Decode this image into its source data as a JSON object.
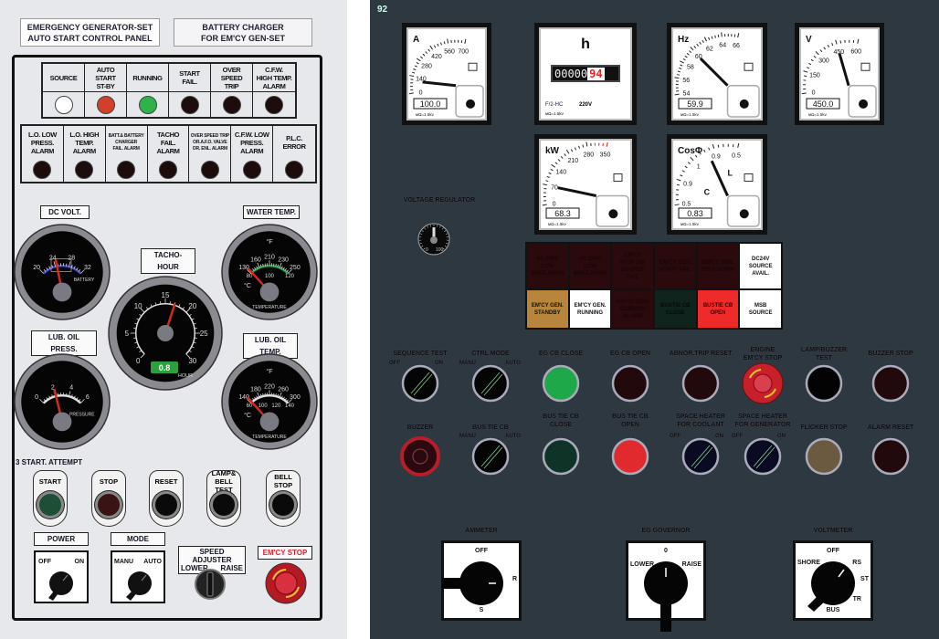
{
  "left": {
    "title_main": "EMERGENCY GENERATOR-SET\nAUTO START CONTROL PANEL",
    "title_charger": "BATTERY CHARGER\nFOR EM'CY GEN-SET",
    "status_lamps": [
      {
        "label": "SOURCE",
        "color": "#ffffff"
      },
      {
        "label": "AUTO\nSTART\nST-BY",
        "color": "#d0402a"
      },
      {
        "label": "RUNNING",
        "color": "#2fb24a"
      },
      {
        "label": "START\nFAIL.",
        "color": "#1c0c0c"
      },
      {
        "label": "OVER\nSPEED\nTRIP",
        "color": "#1c0c0c"
      },
      {
        "label": "C.F.W.\nHIGH TEMP.\nALARM",
        "color": "#1c0c0c"
      }
    ],
    "alarm_lamps": [
      {
        "label": "L.O. LOW\nPRESS.\nALARM"
      },
      {
        "label": "L.O. HIGH\nTEMP.\nALARM"
      },
      {
        "label": "BATT.& BATTERY\nCHARGER\nFAIL. ALARM"
      },
      {
        "label": "TACHO\nFAIL.\nALARM"
      },
      {
        "label": "OVER SPEED TRIP\nOR.A.F.O. VALVE\nOR. ENL. ALARM"
      },
      {
        "label": "C.F.W. LOW\nPRESS.\nALARM"
      },
      {
        "label": "P.L.C.\nERROR"
      }
    ],
    "gauges": {
      "dc_volt": {
        "label": "DC VOLT.",
        "ticks": [
          "20",
          "24",
          "28",
          "32"
        ],
        "min": 20,
        "max": 32,
        "value": 24.5,
        "caption": "BATTERY"
      },
      "water_temp": {
        "label": "WATER TEMP.",
        "unit_f": "°F",
        "ticks": [
          "130",
          "160",
          "210",
          "230",
          "250"
        ],
        "inner_ticks": [
          "80",
          "100",
          "120"
        ],
        "unit_c": "°C",
        "min": 130,
        "max": 250,
        "value": 134,
        "caption": "TEMPERATURE"
      },
      "tacho": {
        "label": "TACHO-HOUR",
        "ticks": [
          "0",
          "5",
          "10",
          "15",
          "20",
          "25",
          "30"
        ],
        "min": 0,
        "max": 30,
        "value": 17,
        "display": "0.8",
        "display_unit": "HOUR"
      },
      "lub_oil_press": {
        "label": "LUB. OIL PRESS.",
        "ticks": [
          "0",
          "2",
          "4",
          "6"
        ],
        "min": 0,
        "max": 6,
        "value": 2.1,
        "caption": "PRESSURE"
      },
      "lub_oil_temp": {
        "label": "LUB. OIL TEMP.",
        "unit_f": "°F",
        "ticks": [
          "140",
          "180",
          "220",
          "260",
          "300"
        ],
        "inner_ticks": [
          "60",
          "100",
          "120",
          "140"
        ],
        "unit_c": "°C",
        "min": 140,
        "max": 300,
        "value": 145,
        "caption": "TEMPERATURE"
      }
    },
    "attempt_label": "3 START. ATTEMPT",
    "buttons": [
      {
        "label": "START",
        "color": "#1d4f36"
      },
      {
        "label": "STOP",
        "color": "#3a1414"
      },
      {
        "label": "RESET",
        "color": "#0a0a0a"
      },
      {
        "label": "LAMP&\nBELL TEST",
        "color": "#0a0a0a"
      },
      {
        "label": "BELL\nSTOP",
        "color": "#0a0a0a"
      }
    ],
    "power": {
      "label": "POWER",
      "off": "OFF",
      "on": "ON"
    },
    "mode": {
      "label": "MODE",
      "manu": "MANU",
      "auto": "AUTO"
    },
    "speed": {
      "label": "SPEED ADJUSTER",
      "lower": "LOWER",
      "raise": "RAISE"
    },
    "emcy_stop_label": "EM'CY STOP"
  },
  "right": {
    "panel_number": "92",
    "meters": [
      {
        "unit": "A",
        "ticks": [
          "0",
          "140",
          "280",
          "420",
          "560",
          "700"
        ],
        "min": 0,
        "max": 700,
        "value": 100,
        "display": "100.0",
        "foot": "мΩ=1.5kv"
      },
      {
        "unit": "Hz",
        "ticks": [
          "54",
          "56",
          "58",
          "60",
          "62",
          "64",
          "66"
        ],
        "min": 54,
        "max": 66,
        "value": 59.9,
        "display": "59.9",
        "foot": "мΩ=1.5kv"
      },
      {
        "unit": "V",
        "ticks": [
          "0",
          "150",
          "300",
          "450",
          "600"
        ],
        "min": 0,
        "max": 600,
        "value": 450,
        "display": "450.0",
        "foot": "мΩ=1.5kv"
      },
      {
        "unit": "kW",
        "ticks": [
          "0",
          "70",
          "140",
          "210",
          "280",
          "350"
        ],
        "min": 0,
        "max": 350,
        "value": 68.3,
        "display": "68.3",
        "foot": "мΩ=1.5kv"
      },
      {
        "unit": "CosΦ",
        "ticks": [
          "0.5",
          "0.9",
          "1",
          "0.9",
          "0.5"
        ],
        "min": 0,
        "max": 4,
        "value": 2.7,
        "display": "0.83",
        "foot": "мΩ=1.5kv",
        "cap_c": "C",
        "cap_l": "L"
      }
    ],
    "hour_meter": {
      "unit": "h",
      "digits_white": "00000",
      "digits_red": "94",
      "model": "F/2-HC",
      "voltage": "220V",
      "foot": "мΩ=1.5kv"
    },
    "voltage_regulator": {
      "label": "VOLTAGE REGULATOR",
      "min": "0",
      "max": "100"
    },
    "annunciator": [
      {
        "label": "AC 440V\nLOW\nINSULATION",
        "bg": "#2a0a0c",
        "fg": "#1a0506"
      },
      {
        "label": "AC 220V\nLOW\nINSULATION",
        "bg": "#2a0a0c",
        "fg": "#1a0506"
      },
      {
        "label": "EM'CY\nSTOP SW.\nSOURCE\nFAIL",
        "bg": "#2a0a0c",
        "fg": "#1a0506"
      },
      {
        "label": "EM'CY GEN.\nSTART FAIL",
        "bg": "#2a0a0c",
        "fg": "#1a0506"
      },
      {
        "label": "EM'CY GEN.\nSHUTDOWN",
        "bg": "#2a0a0c",
        "fg": "#1a0506"
      },
      {
        "label": "DC24V\nSOURCE\nAVAIL.",
        "bg": "#ffffff",
        "fg": "#111111"
      },
      {
        "label": "EM'CY GEN.\nSTANDBY",
        "bg": "#b7853c",
        "fg": "#111111"
      },
      {
        "label": "EM'CY GEN.\nRUNNING",
        "bg": "#ffffff",
        "fg": "#111111"
      },
      {
        "label": "EM'CY GEN.\nCOMMON\nALARM",
        "bg": "#2a0a0c",
        "fg": "#1a0506"
      },
      {
        "label": "BUSTIE CB\nCLOSE",
        "bg": "#10241e",
        "fg": "#050a08"
      },
      {
        "label": "BUSTIE CB\nOPEN",
        "bg": "#ee2a2a",
        "fg": "#3a0505"
      },
      {
        "label": "MSB\nSOURCE",
        "bg": "#ffffff",
        "fg": "#111111"
      }
    ],
    "buttons_row1": [
      {
        "label": "SEQUENCE TEST",
        "kind": "selector",
        "left": "OFF",
        "right": "ON",
        "color": "#050505"
      },
      {
        "label": "CTRL MODE",
        "kind": "selector",
        "left": "MANU",
        "right": "AUTO",
        "color": "#050505"
      },
      {
        "label": "EG CB CLOSE",
        "kind": "push",
        "color": "#1fa84a"
      },
      {
        "label": "EG CB OPEN",
        "kind": "push",
        "color": "#220a0c"
      },
      {
        "label": "ABNOR.TRIP RESET",
        "kind": "push",
        "color": "#220a0c"
      },
      {
        "label": "ENGINE\nEM'CY STOP",
        "kind": "estop",
        "color": "#c8202a"
      },
      {
        "label": "LAMP/BUZZER\nTEST",
        "kind": "push",
        "color": "#030303"
      },
      {
        "label": "BUZZER STOP",
        "kind": "push",
        "color": "#220a0c"
      }
    ],
    "buttons_row2": [
      {
        "label": "BUZZER",
        "kind": "buzzer",
        "color": "#3a0a10"
      },
      {
        "label": "BUS TIE CB",
        "kind": "selector",
        "left": "MANU",
        "right": "AUTO",
        "color": "#050505"
      },
      {
        "label": "BUS TIE CB\nCLOSE",
        "kind": "push",
        "color": "#0f3326"
      },
      {
        "label": "BUS TIE CB\nOPEN",
        "kind": "push",
        "color": "#e02a2e"
      },
      {
        "label": "SPACE HEATER\nFOR COOLANT",
        "kind": "selector",
        "left": "OFF",
        "right": "ON",
        "color": "#0a0a22"
      },
      {
        "label": "SPACE HEATER\nFOR GENERATOR",
        "kind": "selector",
        "left": "OFF",
        "right": "ON",
        "color": "#0a0a22"
      },
      {
        "label": "FLICKER STOP",
        "kind": "push",
        "color": "#6b5a40"
      },
      {
        "label": "ALARM RESET",
        "kind": "push",
        "color": "#220a0c"
      }
    ],
    "ammeter_switch": {
      "label": "AMMETER",
      "top": "OFF",
      "right": "R",
      "bottom": "S"
    },
    "governor_switch": {
      "label": "EG GOVERNOR",
      "top": "0",
      "left": "LOWER",
      "right": "RAISE"
    },
    "voltmeter_switch": {
      "label": "VOLTMETER",
      "top": "OFF",
      "top_left": "SHORE",
      "top_right": "RS",
      "right": "ST",
      "bottom_right": "TR",
      "bottom": "BUS"
    }
  }
}
